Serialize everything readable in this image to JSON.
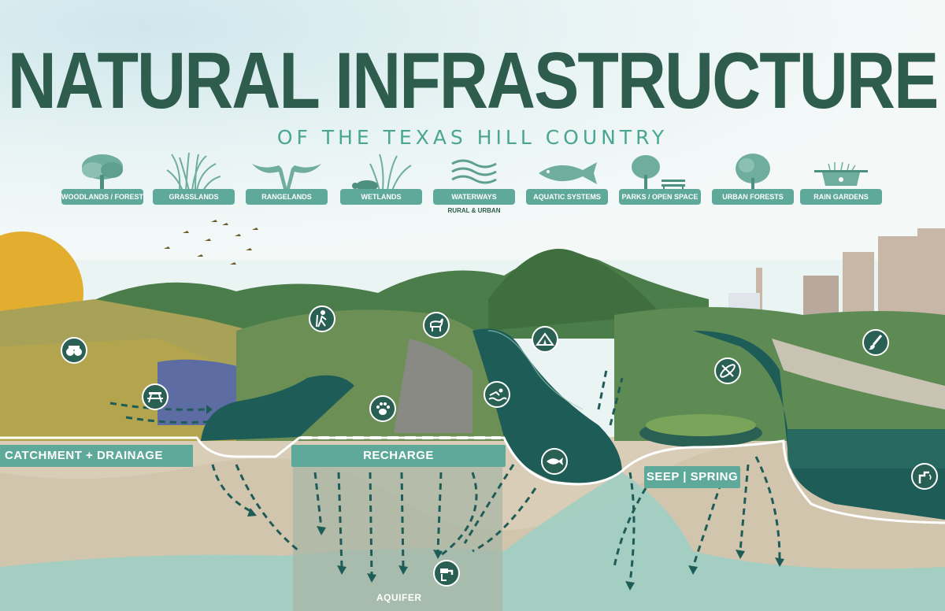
{
  "header": {
    "title": "NATURAL INFRASTRUCTURE",
    "subtitle": "OF THE TEXAS HILL COUNTRY"
  },
  "categories": [
    {
      "label": "WOODLANDS / FORESTS",
      "icon": "tree-icon"
    },
    {
      "label": "GRASSLANDS",
      "icon": "grass-icon"
    },
    {
      "label": "RANGELANDS",
      "icon": "longhorn-icon"
    },
    {
      "label": "WETLANDS",
      "icon": "turtle-reeds-icon"
    },
    {
      "label": "WATERWAYS",
      "sub": "RURAL & URBAN",
      "icon": "waves-icon"
    },
    {
      "label": "AQUATIC SYSTEMS",
      "icon": "fish-icon"
    },
    {
      "label": "PARKS / OPEN SPACE",
      "icon": "tree-bench-icon"
    },
    {
      "label": "URBAN FORESTS",
      "icon": "urban-tree-icon"
    },
    {
      "label": "RAIN GARDENS",
      "icon": "rain-garden-icon"
    }
  ],
  "zones": {
    "catchment": "CATCHMENT + DRAINAGE",
    "recharge": "RECHARGE",
    "seep": "SEEP | SPRING",
    "aquifer": "AQUIFER"
  },
  "activity_icons": [
    "binoculars-icon",
    "picnic-table-icon",
    "hiker-icon",
    "goat-icon",
    "paw-icon",
    "tent-icon",
    "swimmer-icon",
    "fish-icon",
    "kayak-icon",
    "paintbrush-icon",
    "drinking-fountain-icon",
    "tap-icon"
  ],
  "colors": {
    "primary": "#2e5d4d",
    "accent": "#5fa99a",
    "water": "#1e5c57",
    "sun": "#e3ad2f",
    "soil": "#d9cdb7",
    "aquifer": "#9ccfc4"
  }
}
